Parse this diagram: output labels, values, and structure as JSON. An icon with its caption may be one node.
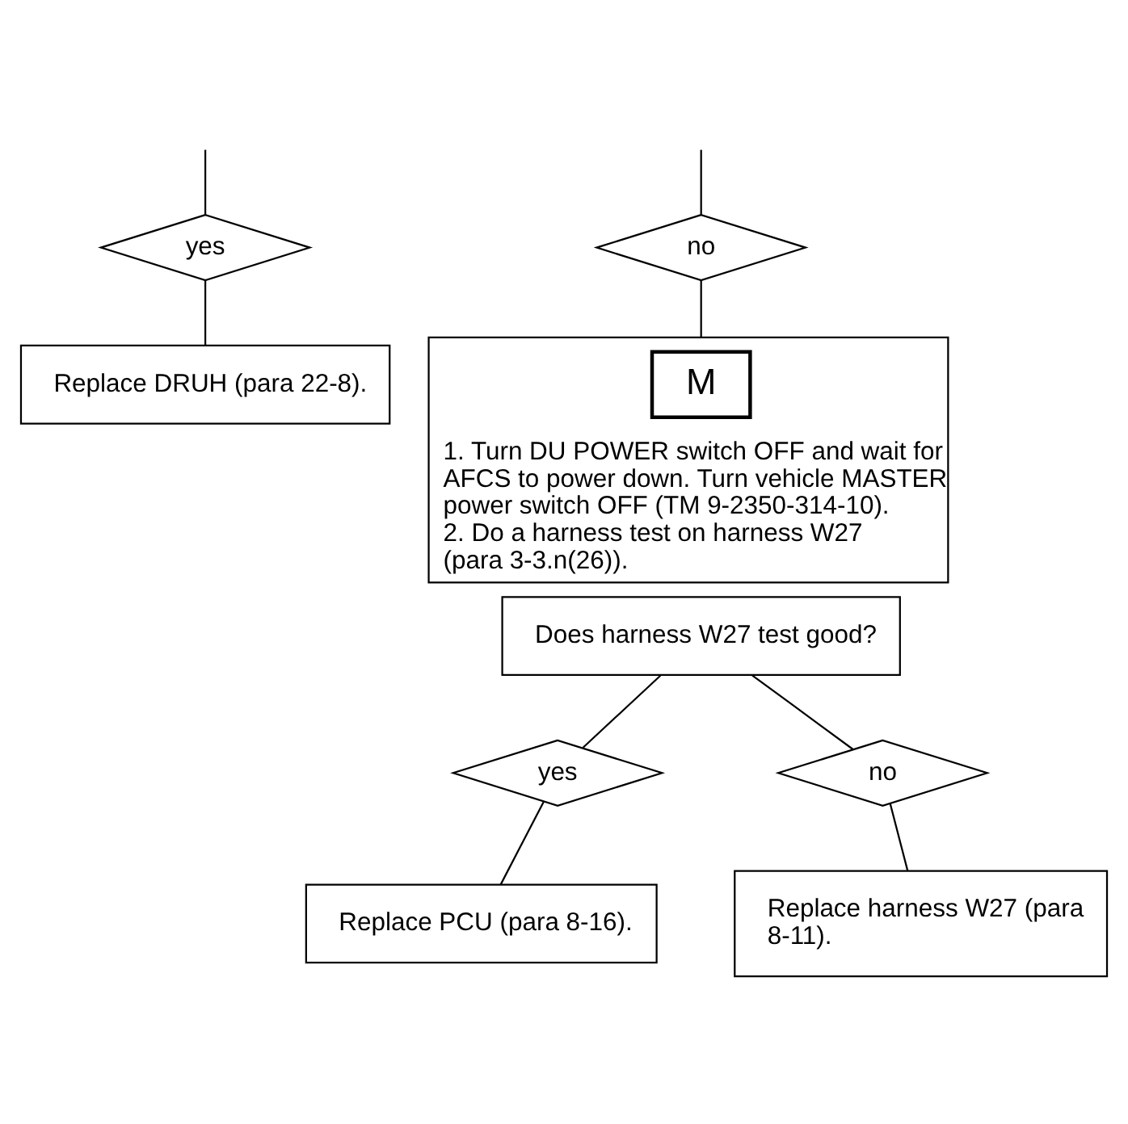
{
  "diagram": {
    "nodes": [
      {
        "text": [
          "yes"
        ]
      },
      {
        "text": [
          "no"
        ]
      },
      {
        "text": [
          "Replace DRUH (para 22-8)."
        ]
      },
      {
        "text": [
          "1. Turn DU POWER switch OFF and wait for AFCS to power down. Turn vehicle MASTER power switch OFF (TM 9-2350-314-10).",
          "2. Do a harness test on harness W27 (para 3-3.n(26))."
        ]
      },
      {
        "text": [
          "M"
        ],
        "in": 3
      },
      {
        "text": [
          "Does harness W27 test good?"
        ]
      },
      {
        "text": [
          "yes"
        ]
      },
      {
        "text": [
          "no"
        ]
      },
      {
        "text": [
          "Replace PCU (para 8-16)."
        ]
      },
      {
        "text": [
          "Replace harness W27 (para 8-11)."
        ]
      }
    ],
    "edges": [
      {
        "from": null,
        "to": 0,
        "arrow": "none"
      },
      {
        "from": null,
        "to": 1,
        "arrow": "none"
      },
      {
        "from": 0,
        "to": 2,
        "arrow": "none"
      },
      {
        "from": 1,
        "to": 3,
        "arrow": "none"
      },
      {
        "from": 5,
        "to": 6,
        "arrow": "none"
      },
      {
        "from": 5,
        "to": 7,
        "arrow": "none"
      },
      {
        "from": 6,
        "to": 8,
        "arrow": "none"
      },
      {
        "from": 7,
        "to": 9,
        "arrow": "none"
      }
    ]
  }
}
